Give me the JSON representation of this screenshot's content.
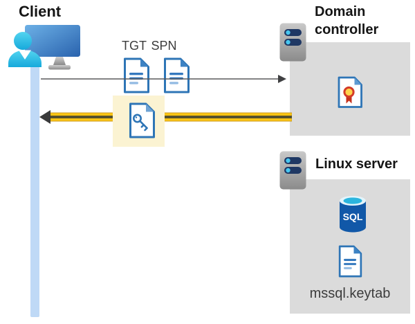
{
  "client": {
    "label": "Client"
  },
  "tickets": {
    "tgt": "TGT",
    "spn": "SPN"
  },
  "domain_controller": {
    "label": "Domain controller"
  },
  "linux_server": {
    "label": "Linux server",
    "sql_label": "SQL",
    "keytab_label": "mssql.keytab"
  },
  "colors": {
    "highlight_arrow": "#FFC513",
    "highlight_box": "#FBF3D2",
    "icon_blue": "#2E75B6",
    "server_box_gray": "#DBDBDB",
    "client_bar_blue": "#BFD9F6",
    "request_arrow_gray": "#58595B"
  }
}
